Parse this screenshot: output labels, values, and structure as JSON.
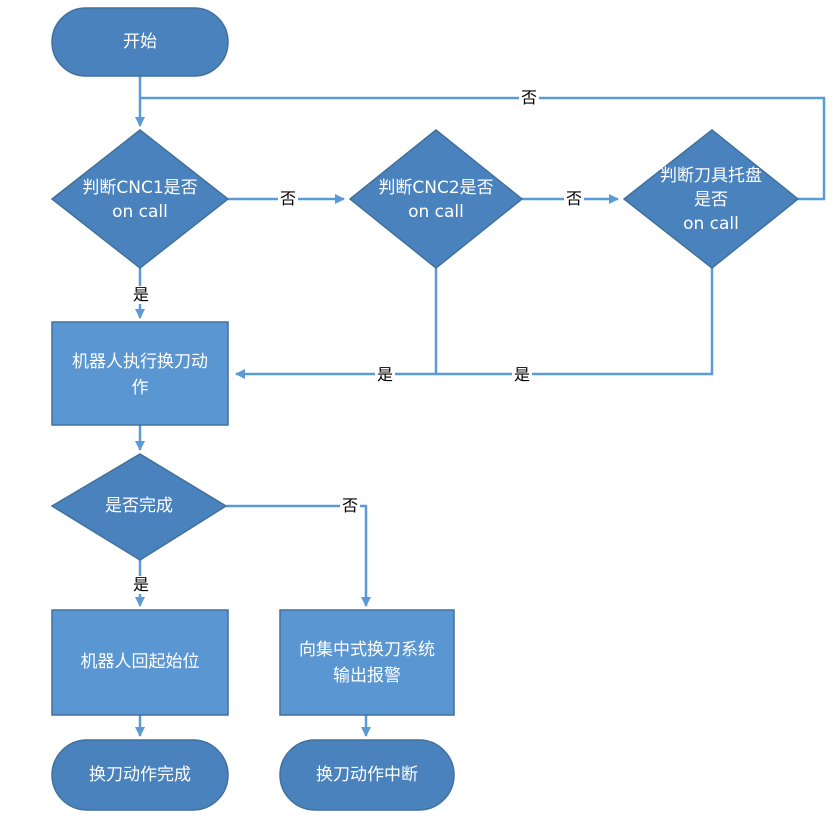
{
  "nodes": {
    "start": "开始",
    "cnc1_check": [
      "判断CNC1是否",
      "on call"
    ],
    "cnc2_check": [
      "判断CNC2是否",
      "on call"
    ],
    "tray_check": [
      "判断刀具托盘",
      "是否",
      "on call"
    ],
    "robot_exec": [
      "机器人执行换刀动",
      "作"
    ],
    "done_check": "是否完成",
    "robot_home": "机器人回起始位",
    "alarm": [
      "向集中式换刀系统",
      "输出报警"
    ],
    "end_ok": "换刀动作完成",
    "end_abort": "换刀动作中断"
  },
  "edges": {
    "tray_no_loop": "否",
    "cnc1_no": "否",
    "cnc2_no": "否",
    "cnc1_yes": "是",
    "cnc2_yes": "是",
    "tray_yes": "是",
    "done_yes": "是",
    "done_no": "否"
  },
  "colors": {
    "fill": "#5a96d2",
    "fill_dark": "#4a82bd",
    "stroke": "#41719c",
    "line": "#5b9bd5",
    "text": "#ffffff"
  }
}
